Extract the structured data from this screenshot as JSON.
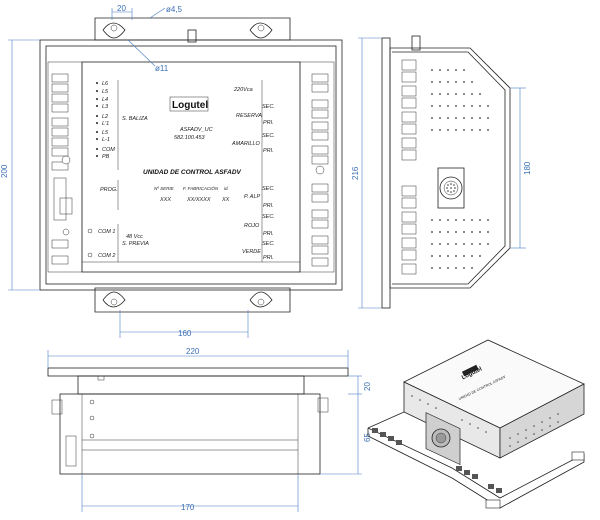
{
  "dimensions": {
    "d20": "20",
    "d_phi45": "ø4,5",
    "d_phi11": "ø11",
    "d200": "200",
    "d216": "216",
    "d180": "180",
    "d160": "160",
    "d220": "220",
    "d20b": "20",
    "d65": "65",
    "d170": "170"
  },
  "panel": {
    "left_labels": [
      "L6",
      "L5",
      "L4",
      "L3",
      "L2",
      "L'1",
      "L5",
      "L-1",
      "COM",
      "PB"
    ],
    "s_baliza": "S. BALIZA",
    "logo": "Logutel",
    "model": "ASFADV_UC",
    "code": "582.100.453",
    "title": "UNIDAD DE CONTROL ASFADV",
    "prog": "PROG.",
    "nserie_label": "Nº SERIE",
    "nserie_value": "XXX",
    "fab_label": "F. FABRICACIÓN",
    "fab_value": "XX/XXXX",
    "id_label": "id.",
    "id_value": "XX",
    "com1": "COM 1",
    "com2": "COM 2",
    "vcc": "48 Vcc",
    "s_previa": "S. PREVIA",
    "v220": "220Vca",
    "reserva": "RESERVA",
    "amarillo": "AMARILLO",
    "p_alp": "P. ALP",
    "rojo": "ROJO",
    "verde": "VERDE",
    "sec": "SEC.",
    "pri": "PRI."
  },
  "iso": {
    "logo": "Logutel",
    "title": "UNIDAD DE CONTROL ASFADV"
  }
}
